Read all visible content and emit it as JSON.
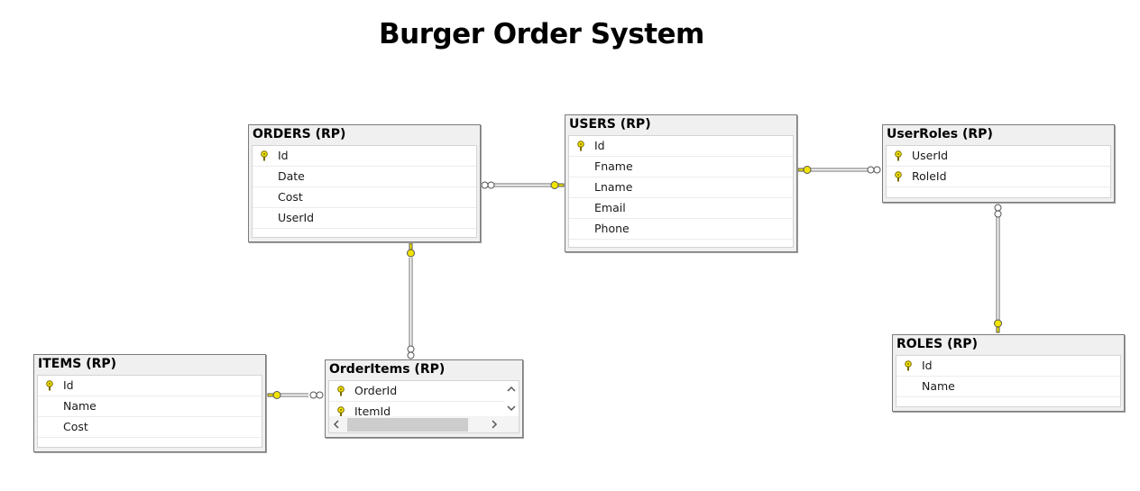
{
  "title": "Burger Order System",
  "tables": {
    "orders": {
      "name": "ORDERS (RP)",
      "columns": [
        "Id",
        "Date",
        "Cost",
        "UserId"
      ]
    },
    "users": {
      "name": "USERS (RP)",
      "columns": [
        "Id",
        "Fname",
        "Lname",
        "Email",
        "Phone"
      ]
    },
    "userroles": {
      "name": "UserRoles (RP)",
      "columns": [
        "UserId",
        "RoleId"
      ]
    },
    "roles": {
      "name": "ROLES (RP)",
      "columns": [
        "Id",
        "Name"
      ]
    },
    "items": {
      "name": "ITEMS (RP)",
      "columns": [
        "Id",
        "Name",
        "Cost"
      ]
    },
    "orderitems": {
      "name": "OrderItems (RP)",
      "columns": [
        "OrderId",
        "ItemId"
      ]
    }
  },
  "colors": {
    "key": "#f2e400",
    "line": "#6e6e6e"
  },
  "icons": {
    "primary_key": "key-icon"
  }
}
